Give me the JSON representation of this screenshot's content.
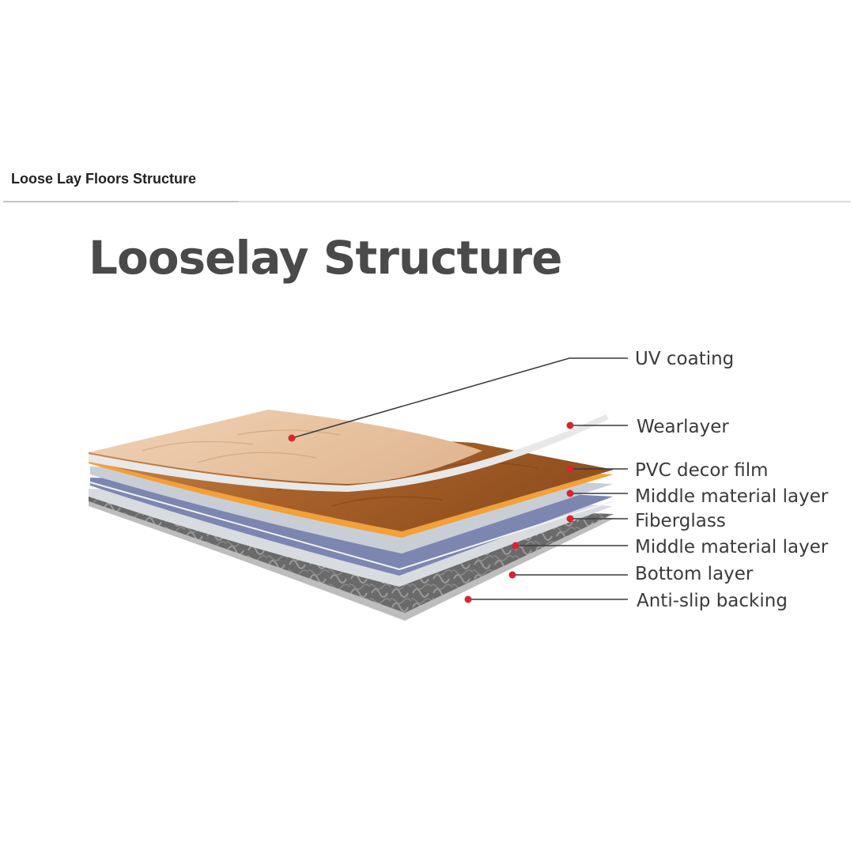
{
  "header": {
    "section_title": "Loose Lay Floors Structure"
  },
  "title": "Looselay Structure",
  "colors": {
    "marker": "#d6262f",
    "leader_line": "#3a3a3a",
    "wood_light": "#ecc8a8",
    "wood_dark": "#b5682a",
    "decor_edge": "#f2a03a",
    "middle_layer": "#c9cdd4",
    "fiberglass": "#7f89b3",
    "backing": "#6e6e6e"
  },
  "layers": [
    {
      "label": "UV coating"
    },
    {
      "label": "Wearlayer"
    },
    {
      "label": "PVC decor film"
    },
    {
      "label": "Middle material layer"
    },
    {
      "label": "Fiberglass"
    },
    {
      "label": "Middle material layer"
    },
    {
      "label": "Bottom layer"
    },
    {
      "label": "Anti-slip backing"
    }
  ]
}
